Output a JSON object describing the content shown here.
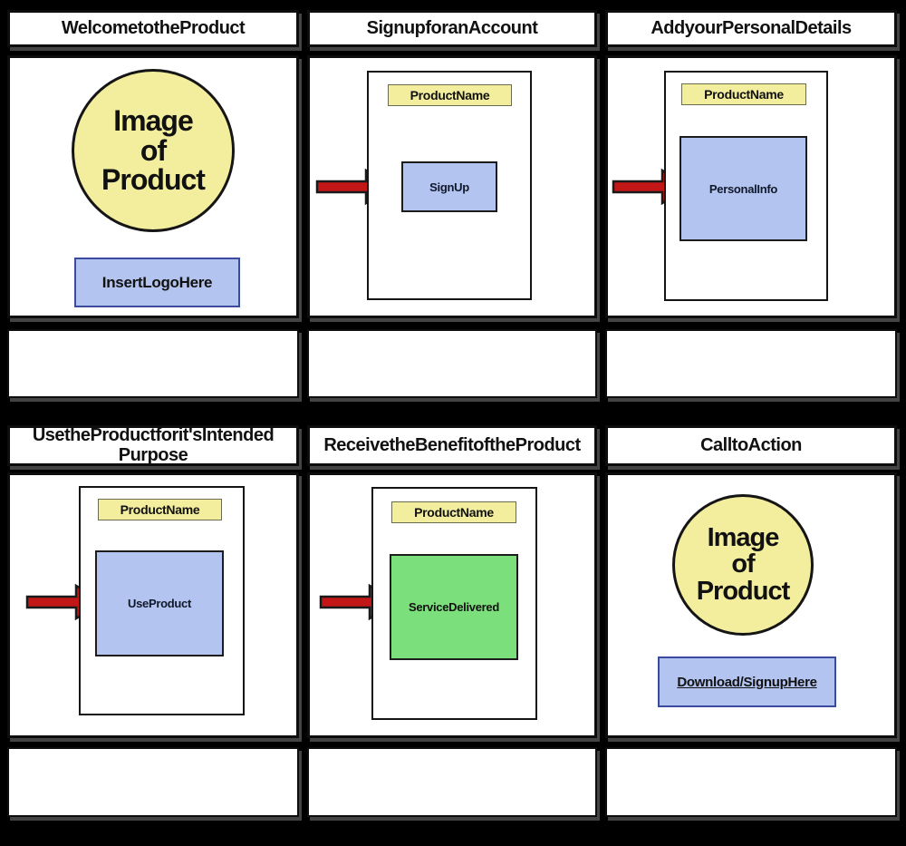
{
  "board": {
    "background": "#000000",
    "colors": {
      "panel_white": "#ffffff",
      "pale_yellow": "#f2ee9d",
      "light_blue": "#b3c4f0",
      "light_green": "#7be07b",
      "arrow_red": "#c31717",
      "blue_button_border": "#3c4b9e"
    },
    "panels": [
      {
        "title": "WelcometotheProduct",
        "image_text": "Image\nof\nProduct",
        "logo_label": "InsertLogoHere"
      },
      {
        "title": "SignupforanAccount",
        "screen_header": "ProductName",
        "action_label": "SignUp"
      },
      {
        "title": "AddyourPersonalDetails",
        "screen_header": "ProductName",
        "action_label": "PersonalInfo"
      },
      {
        "title": "UsetheProductforit'sIntended Purpose",
        "screen_header": "ProductName",
        "action_label": "UseProduct"
      },
      {
        "title": "ReceivetheBenefitoftheProduct",
        "screen_header": "ProductName",
        "action_label": "ServiceDelivered"
      },
      {
        "title": "CalltoAction",
        "image_text": "Image\nof\nProduct",
        "cta_label": "Download/SignupHere"
      }
    ],
    "description_boxes": [
      "",
      "",
      "",
      "",
      "",
      ""
    ]
  }
}
